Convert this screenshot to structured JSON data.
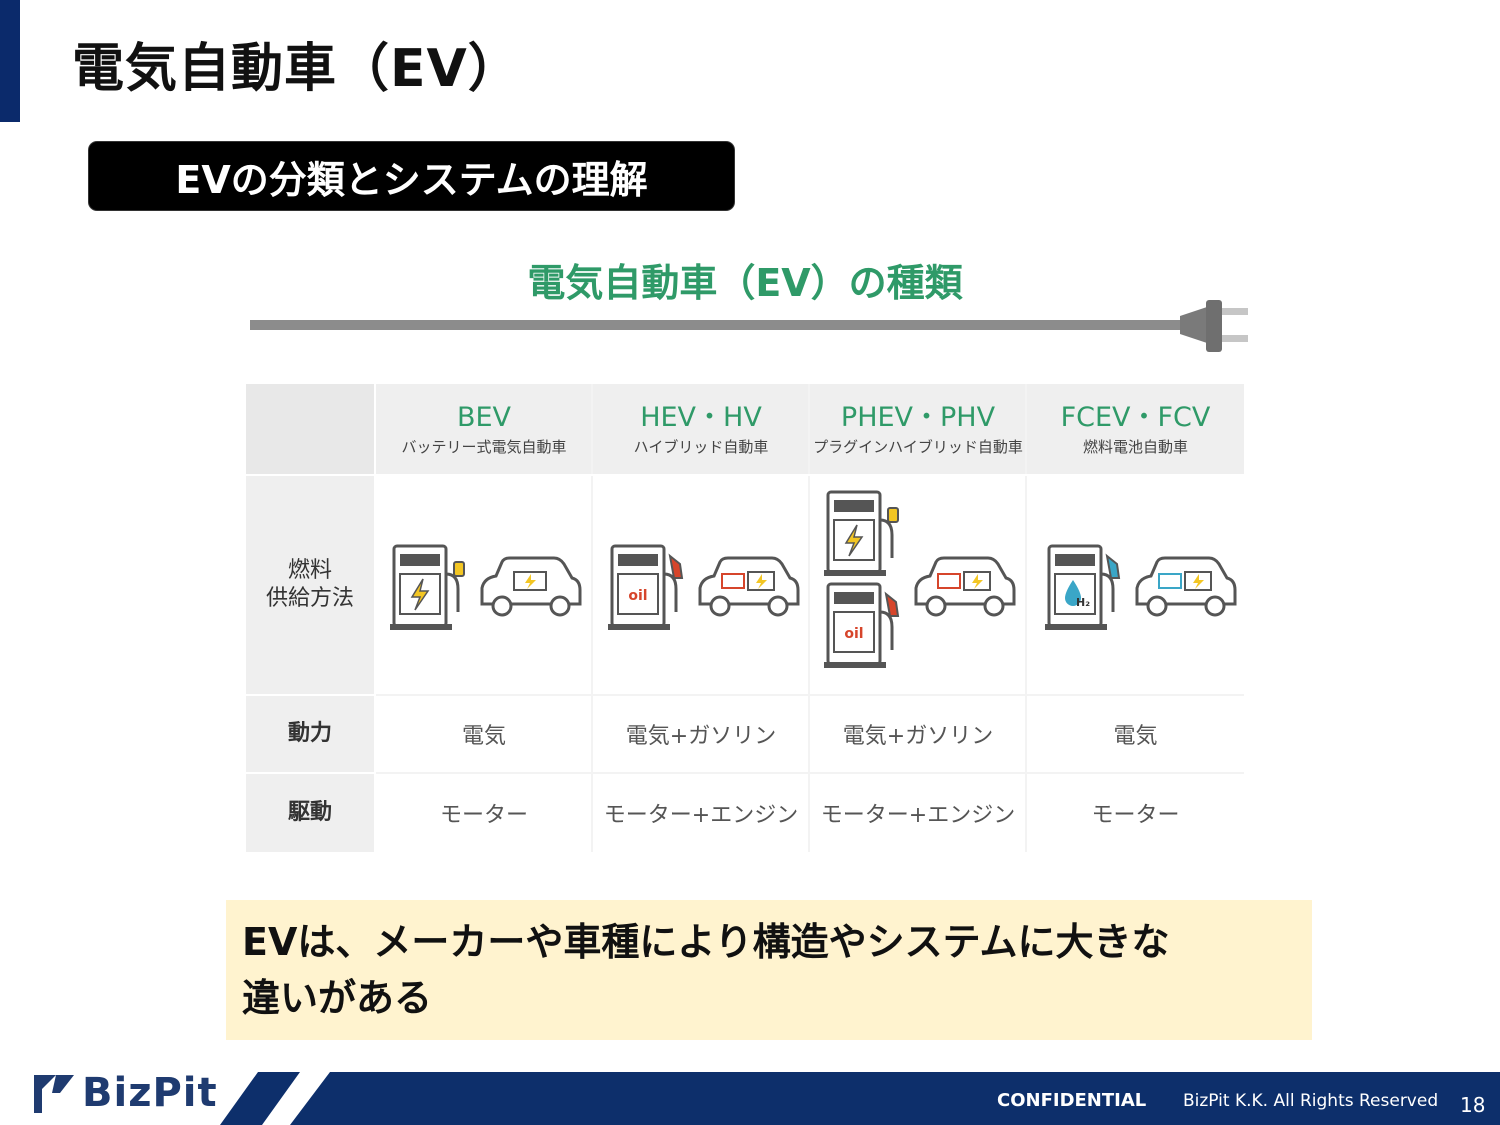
{
  "page": {
    "title": "電気自動車（EV）",
    "section_badge": "EVの分類とシステムの理解"
  },
  "chart_title": "電気自動車（EV）の種類",
  "table": {
    "columns": [
      {
        "code": "BEV",
        "name": "バッテリー式電気自動車"
      },
      {
        "code": "HEV・HV",
        "name": "ハイブリッド自動車"
      },
      {
        "code": "PHEV・PHV",
        "name": "プラグインハイブリッド自動車"
      },
      {
        "code": "FCEV・FCV",
        "name": "燃料電池自動車"
      }
    ],
    "row_labels": {
      "fuel_line1": "燃料",
      "fuel_line2": "供給方法",
      "power": "動力",
      "drive": "駆動"
    },
    "power": [
      "電気",
      "電気+ガソリン",
      "電気+ガソリン",
      "電気"
    ],
    "drive": [
      "モーター",
      "モーター+エンジン",
      "モーター+エンジン",
      "モーター"
    ],
    "icon_labels": {
      "oil": "oil",
      "hydrogen": "H₂"
    }
  },
  "callout": {
    "line1": "EVは、メーカーや車種により構造やシステムに大きな",
    "line2": "違いがある"
  },
  "footer": {
    "logo": "BizPit",
    "confidential": "CONFIDENTIAL",
    "rights": "BizPit K.K. All Rights Reserved",
    "page_number": "18"
  },
  "colors": {
    "navy": "#0b2a6b",
    "footer_navy": "#0d2f6b",
    "green": "#2f9a68",
    "callout_bg": "#fff3cf",
    "electric_yellow": "#f3c623",
    "oil_red": "#d6452b",
    "hydrogen_blue": "#3aa6c7"
  }
}
